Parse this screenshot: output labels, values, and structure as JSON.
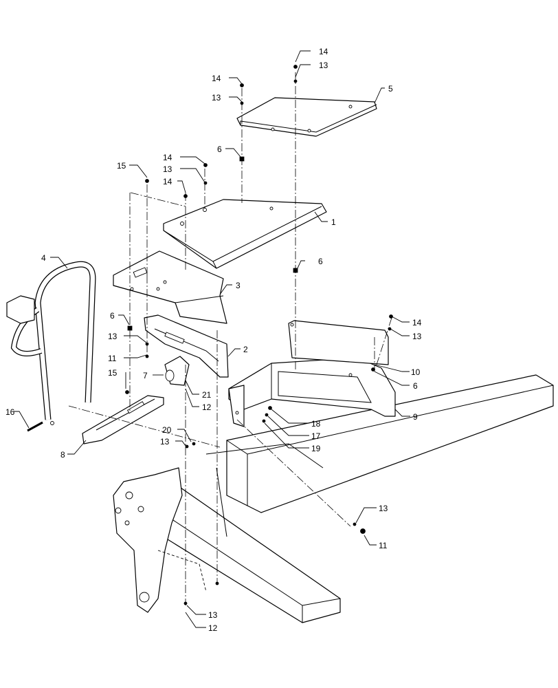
{
  "callouts": [
    {
      "id": "c14a",
      "label": "14"
    },
    {
      "id": "c13a",
      "label": "13"
    },
    {
      "id": "c14b",
      "label": "14"
    },
    {
      "id": "c13b",
      "label": "13"
    },
    {
      "id": "c5",
      "label": "5"
    },
    {
      "id": "c6a",
      "label": "6"
    },
    {
      "id": "c14c",
      "label": "14"
    },
    {
      "id": "c15a",
      "label": "15"
    },
    {
      "id": "c13c",
      "label": "13"
    },
    {
      "id": "c14d",
      "label": "14"
    },
    {
      "id": "c1",
      "label": "1"
    },
    {
      "id": "c4",
      "label": "4"
    },
    {
      "id": "c6b",
      "label": "6"
    },
    {
      "id": "c3",
      "label": "3"
    },
    {
      "id": "c6c",
      "label": "6"
    },
    {
      "id": "c14e",
      "label": "14"
    },
    {
      "id": "c13d",
      "label": "13"
    },
    {
      "id": "c13e",
      "label": "13"
    },
    {
      "id": "c2",
      "label": "2"
    },
    {
      "id": "c11a",
      "label": "11"
    },
    {
      "id": "c10",
      "label": "10"
    },
    {
      "id": "c7",
      "label": "7"
    },
    {
      "id": "c6d",
      "label": "6"
    },
    {
      "id": "c15b",
      "label": "15"
    },
    {
      "id": "c21",
      "label": "21"
    },
    {
      "id": "c12a",
      "label": "12"
    },
    {
      "id": "c9",
      "label": "9"
    },
    {
      "id": "c16",
      "label": "16"
    },
    {
      "id": "c18",
      "label": "18"
    },
    {
      "id": "c17",
      "label": "17"
    },
    {
      "id": "c20",
      "label": "20"
    },
    {
      "id": "c13f",
      "label": "13"
    },
    {
      "id": "c19",
      "label": "19"
    },
    {
      "id": "c8",
      "label": "8"
    },
    {
      "id": "c13g",
      "label": "13"
    },
    {
      "id": "c11b",
      "label": "11"
    },
    {
      "id": "c13h",
      "label": "13"
    },
    {
      "id": "c12b",
      "label": "12"
    }
  ]
}
